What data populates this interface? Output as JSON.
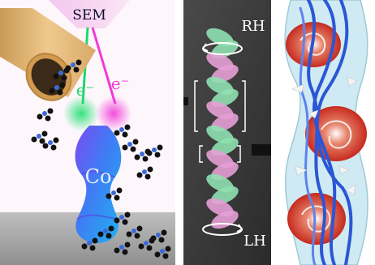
{
  "panel_a": {
    "microscope_label": "SEM",
    "electron_label_left": "e⁻",
    "electron_label_right": "e⁻",
    "material_label": "Co",
    "colors": {
      "beam_green": "#1fd96a",
      "beam_magenta": "#f03ad8",
      "nozzle": "#e3b679",
      "helix_blue": "#3d6cf0"
    }
  },
  "panel_b": {
    "top_label": "RH",
    "bottom_label": "LH",
    "colors": {
      "green_segment": "#8fe0b0",
      "pink_segment": "#e79fd6",
      "background": "#3c3c3c"
    }
  },
  "panel_c": {
    "colors": {
      "strands_blue": "#2b56d6",
      "vortex_red": "#d9362b",
      "shell": "#bfe4ee"
    }
  }
}
